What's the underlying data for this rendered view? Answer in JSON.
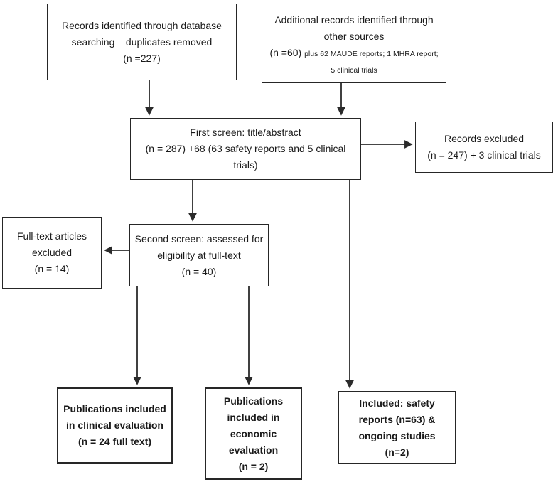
{
  "diagram_type": "study-selection-flow",
  "colors": {
    "border": "#262626",
    "text": "#1a1a1a",
    "background": "#ffffff",
    "arrow": "#2b2b2b"
  },
  "boxes": {
    "records_identified": {
      "text": "Records identified through database searching – duplicates removed",
      "count": "(n =227)"
    },
    "additional_records": {
      "text": "Additional records identified through other sources",
      "count": "(n =60)",
      "note": "plus 62 MAUDE reports; 1 MHRA report; 5 clinical trials"
    },
    "first_screen": {
      "line1": "First screen: title/abstract",
      "line2": "(n = 287) +68 (63 safety reports and 5 clinical trials)"
    },
    "records_excluded": {
      "line1": "Records excluded",
      "line2": "(n = 247) + 3 clinical trials"
    },
    "fulltext_excluded": {
      "text": "Full-text articles excluded",
      "count": "(n = 14)"
    },
    "second_screen": {
      "text": "Second screen: assessed for eligibility at full-text",
      "count": "(n = 40)"
    },
    "pub_clinical": {
      "text": "Publications included in clinical evaluation",
      "count": "(n = 24 full text)"
    },
    "pub_economic": {
      "text": "Publications included in economic evaluation",
      "count": "(n = 2)"
    },
    "included_safety": {
      "text": "Included: safety reports (n=63) & ongoing studies",
      "count": "(n=2)"
    }
  }
}
